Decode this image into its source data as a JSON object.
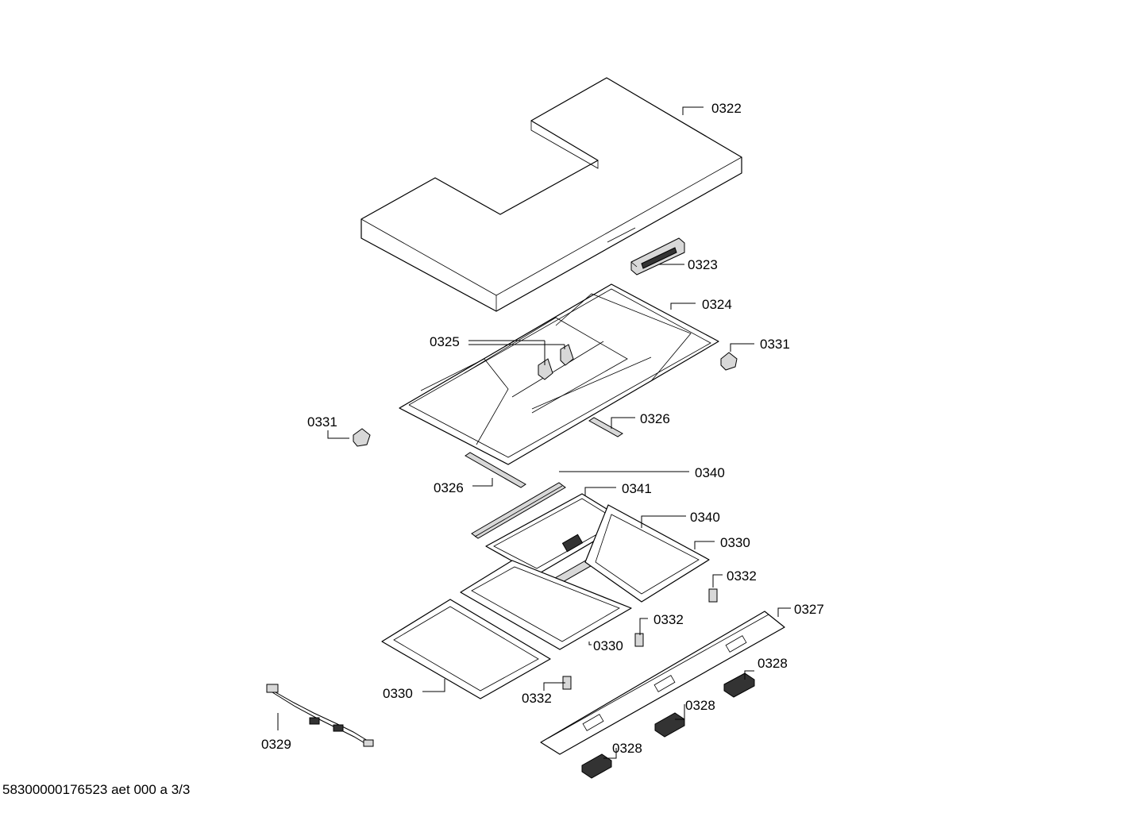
{
  "diagram": {
    "footer": "58300000176523 aet 000 a 3/3",
    "callouts": [
      {
        "id": "0322",
        "label": "0322"
      },
      {
        "id": "0323",
        "label": "0323"
      },
      {
        "id": "0324",
        "label": "0324"
      },
      {
        "id": "0325",
        "label": "0325"
      },
      {
        "id": "0331-right",
        "label": "0331"
      },
      {
        "id": "0331-left",
        "label": "0331"
      },
      {
        "id": "0326-right",
        "label": "0326"
      },
      {
        "id": "0326-left",
        "label": "0326"
      },
      {
        "id": "0340-top",
        "label": "0340"
      },
      {
        "id": "0341",
        "label": "0341"
      },
      {
        "id": "0340-mid",
        "label": "0340"
      },
      {
        "id": "0330-right",
        "label": "0330"
      },
      {
        "id": "0332-right",
        "label": "0332"
      },
      {
        "id": "0327",
        "label": "0327"
      },
      {
        "id": "0332-mid",
        "label": "0332"
      },
      {
        "id": "0330-mid",
        "label": "0330"
      },
      {
        "id": "0328-right",
        "label": "0328"
      },
      {
        "id": "0330-left",
        "label": "0330"
      },
      {
        "id": "0332-left",
        "label": "0332"
      },
      {
        "id": "0328-mid",
        "label": "0328"
      },
      {
        "id": "0329",
        "label": "0329"
      },
      {
        "id": "0328-bottom",
        "label": "0328"
      }
    ]
  }
}
